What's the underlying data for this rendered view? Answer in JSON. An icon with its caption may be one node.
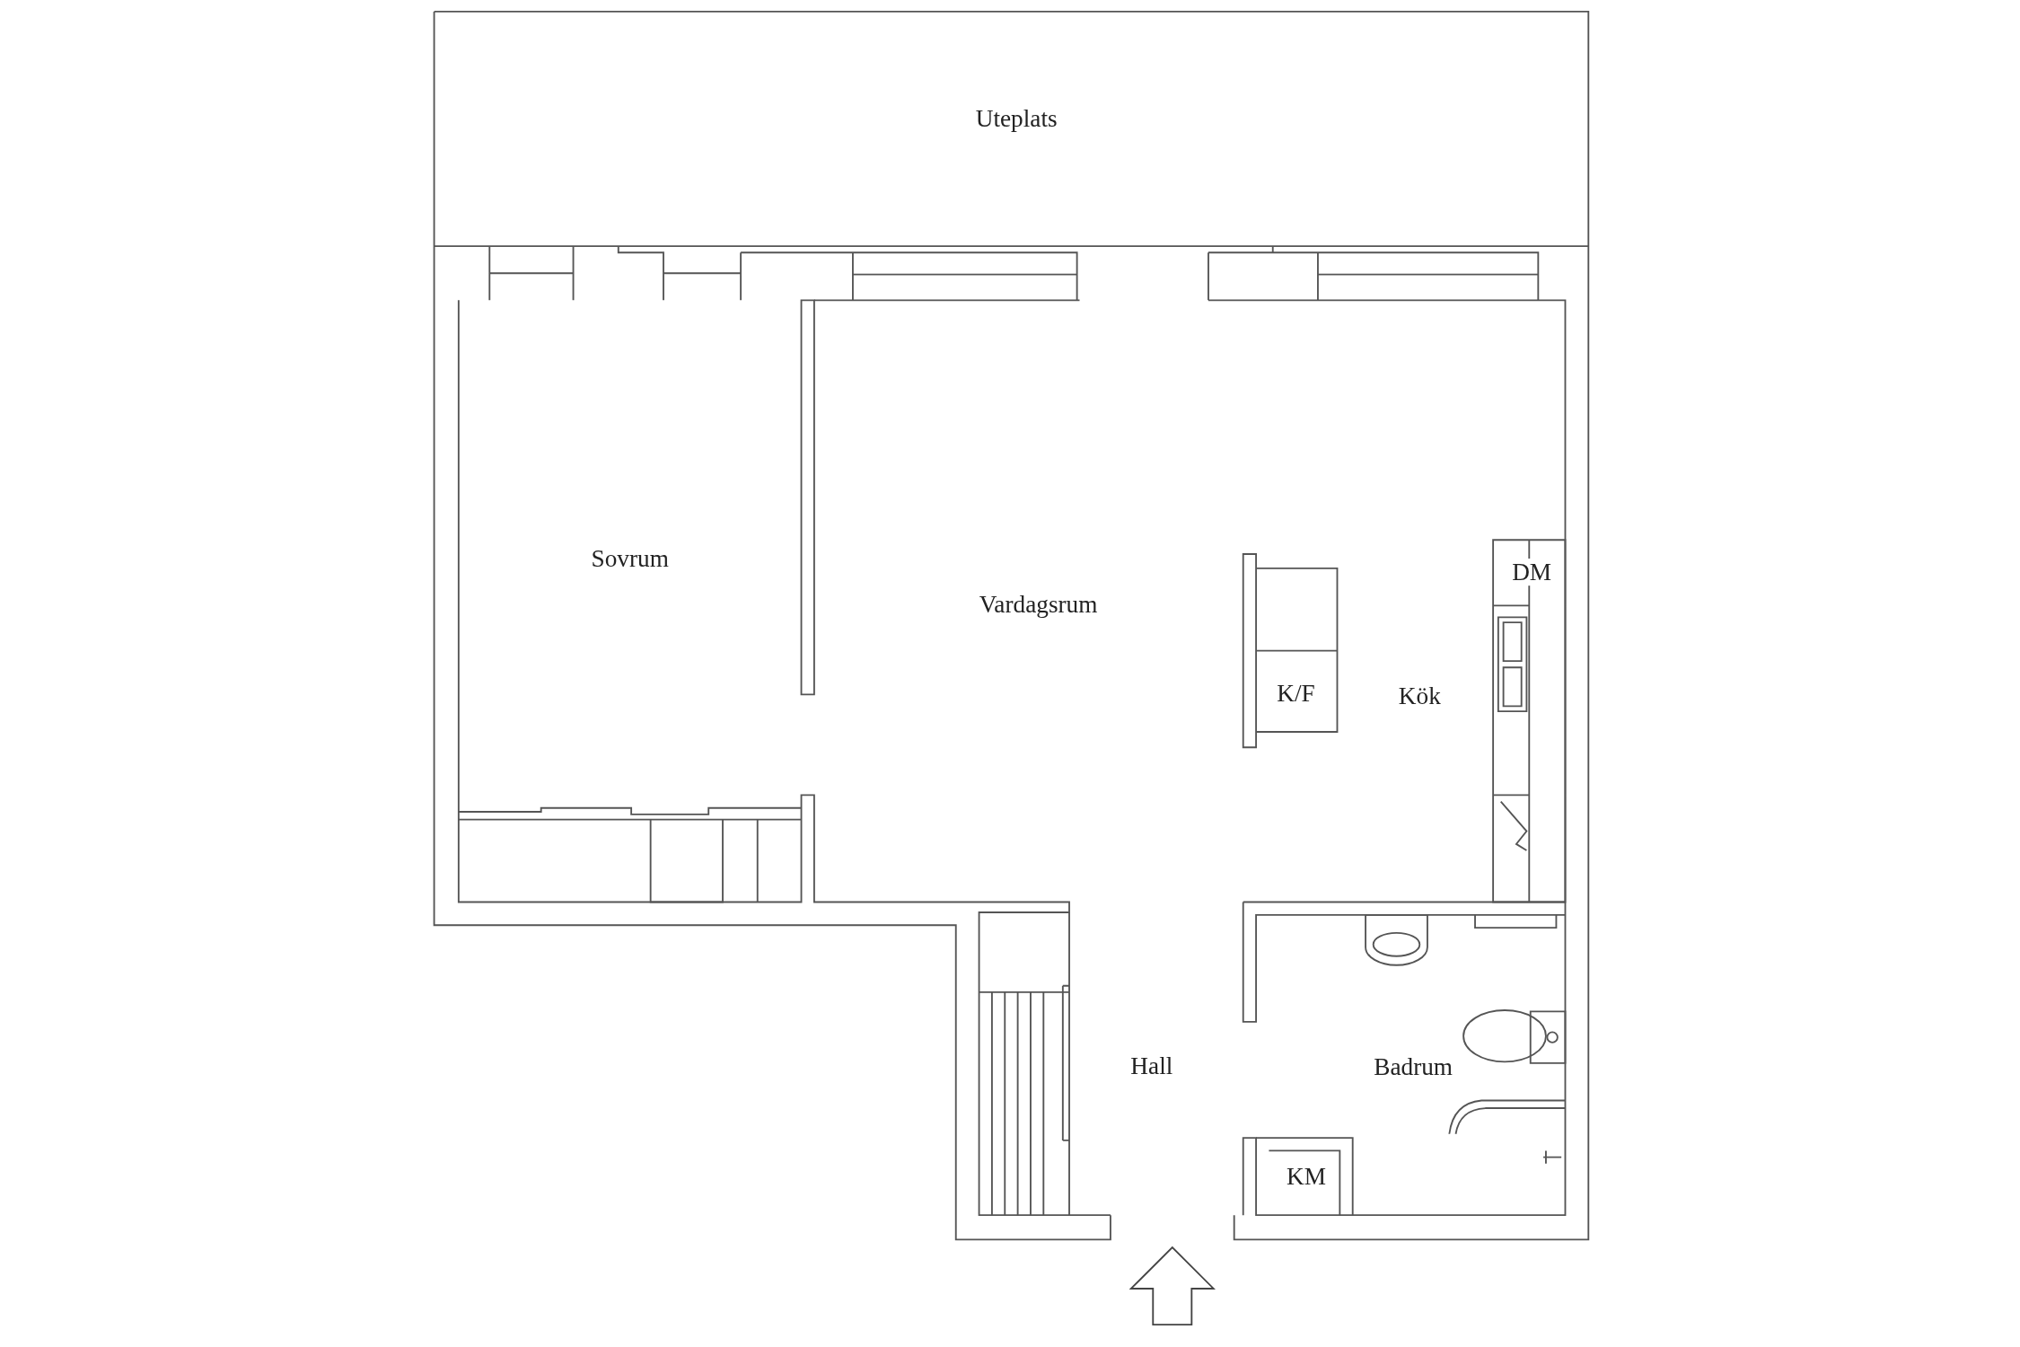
{
  "diagram": {
    "labels": [
      "Uteplats",
      "Sovrum",
      "DM",
      "Vardagsrum",
      "K/F",
      "Kök",
      "Hall",
      "Badrum",
      "KM"
    ]
  }
}
